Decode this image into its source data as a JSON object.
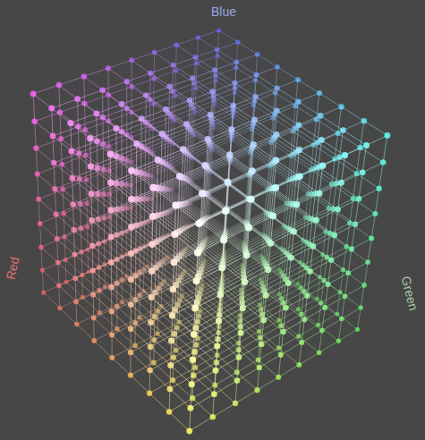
{
  "diagram": {
    "labels": [
      "Blue",
      "Red",
      "Green"
    ]
  }
}
